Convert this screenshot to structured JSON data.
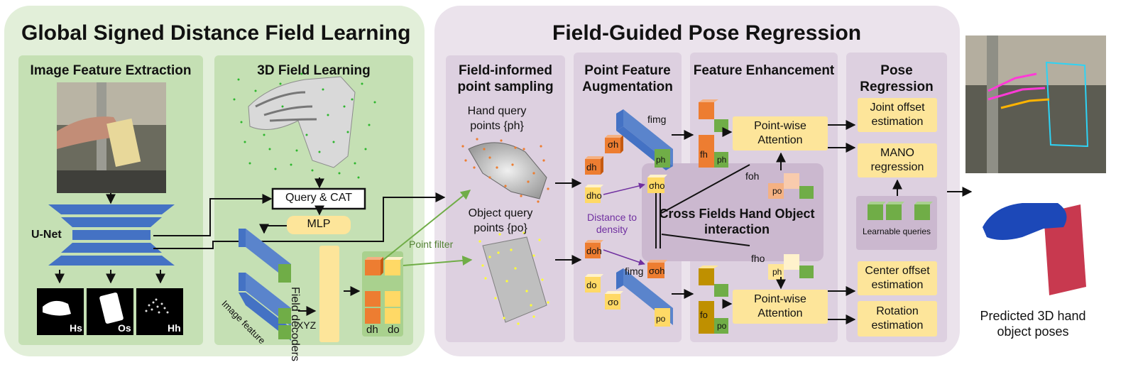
{
  "panels": {
    "global": {
      "title": "Global Signed Distance Field Learning"
    },
    "pose": {
      "title": "Field-Guided Pose Regression"
    }
  },
  "sections": {
    "image_feature": "Image Feature Extraction",
    "field_learning": "3D Field Learning",
    "point_sampling": "Field-informed point sampling",
    "augmentation": "Point Feature Augmentation",
    "enhancement": "Feature Enhancement",
    "regression": "Pose Regression"
  },
  "labels": {
    "unet": "U-Net",
    "hs": "Hs",
    "os": "Os",
    "hh": "Hh",
    "query_cat": "Query & CAT",
    "mlp": "MLP",
    "field_decoders": "Field decoders",
    "image_feature": "Image feature",
    "f_img": "fimg",
    "xyz": "XYZ",
    "dh": "dh",
    "do": "do",
    "point_filter": "Point filter",
    "hand_query": "Hand query points {ph}",
    "object_query": "Object query points {po}",
    "sigma_h": "σh",
    "sigma_ho": "σho",
    "sigma_oh": "σoh",
    "sigma_o": "σo",
    "d_ho": "dho",
    "d_oh": "doh",
    "distance_density": "Distance to density",
    "cross_fields": "Cross Fields Hand Object interaction",
    "f_h": "fh",
    "p_h": "ph",
    "f_o": "fo",
    "p_o": "po",
    "f_oh": "foh",
    "f_ho": "fho",
    "pointwise_attention_top": "Point-wise Attention",
    "pointwise_attention_bottom": "Point-wise Attention",
    "joint_offset": "Joint offset estimation",
    "mano": "MANO regression",
    "learnable_queries": "Learnable queries",
    "center_offset": "Center offset estimation",
    "rotation": "Rotation estimation",
    "predicted": "Predicted 3D hand object poses"
  },
  "colors": {
    "green_panel": "#e2efd9",
    "green_sub": "#c5e0b4",
    "purple_panel": "#ebe3ec",
    "purple_sub": "#ddd0e0",
    "purple_inner": "#cbb8cf",
    "unet_blue": "#4472c4",
    "feature_blue": "#4472c4",
    "hand_orange": "#ed7d31",
    "object_yellow": "#ffd966",
    "feature_green": "#70ad47",
    "highlight_box": "#fde59a",
    "arrow_green": "#70ad47",
    "arrow_purple": "#7030a0"
  }
}
